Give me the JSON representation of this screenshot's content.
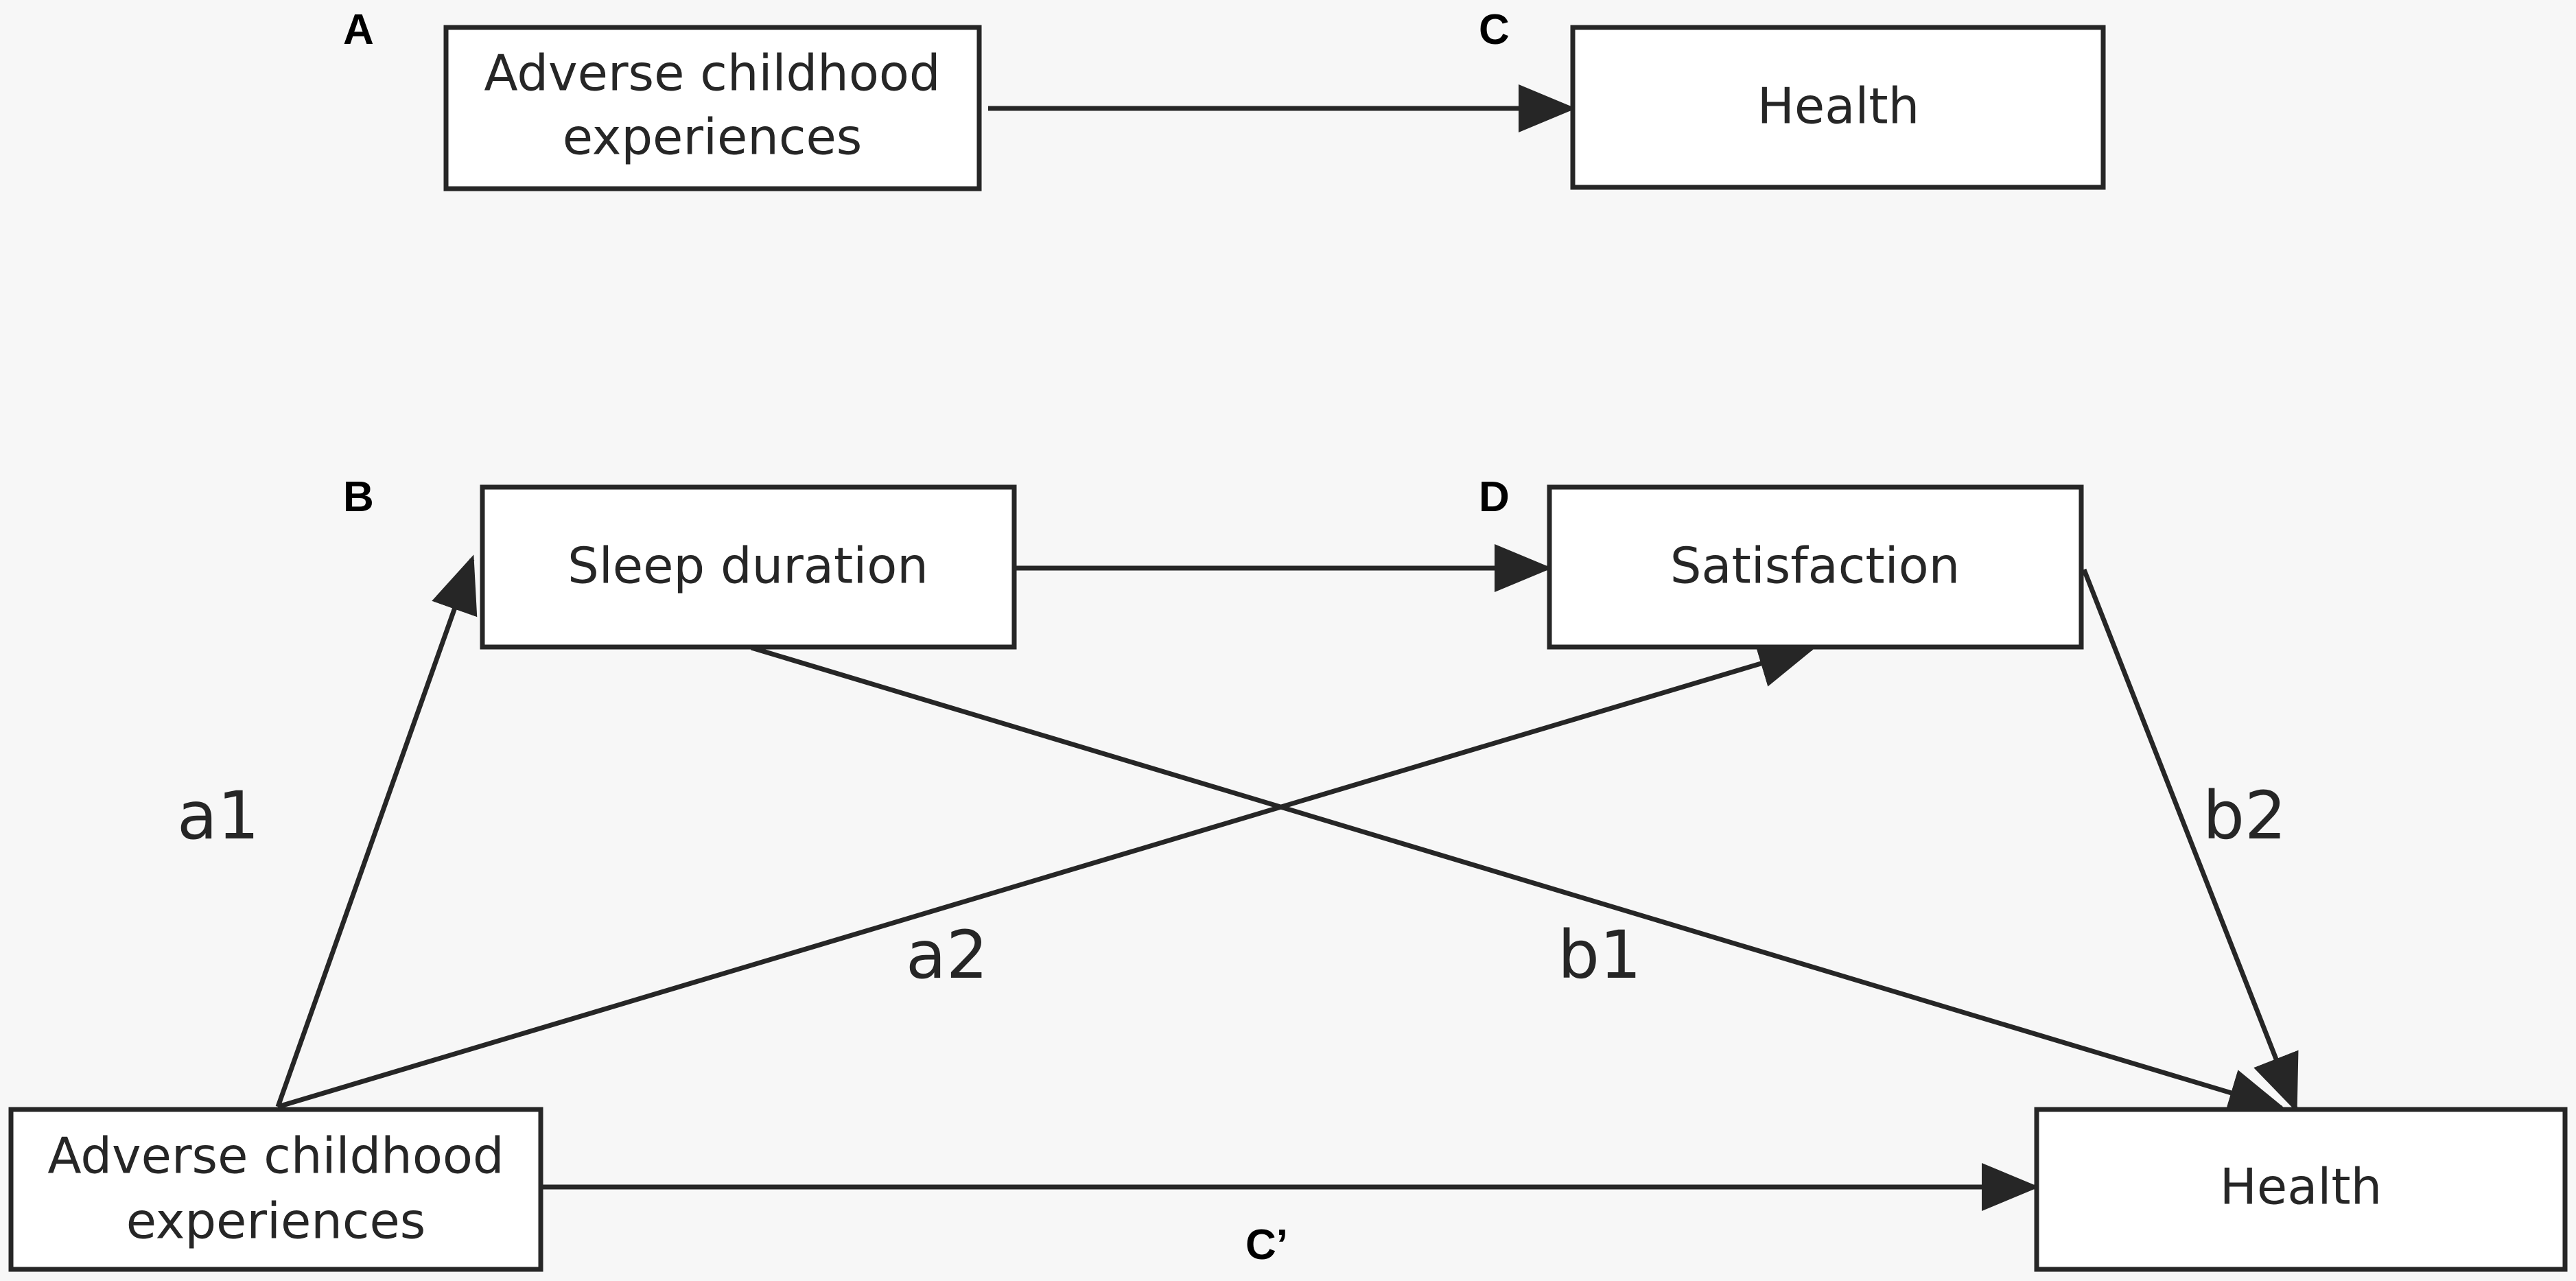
{
  "panel_labels": {
    "a": "A",
    "b": "B",
    "c": "C",
    "d": "D"
  },
  "nodes": {
    "ace_top": [
      "Adverse childhood",
      "experiences"
    ],
    "health_top": [
      "Health"
    ],
    "sleep": [
      "Sleep duration"
    ],
    "satisfaction": [
      "Satisfaction"
    ],
    "ace_bottom": [
      "Adverse childhood",
      "experiences"
    ],
    "health_bottom": [
      "Health"
    ]
  },
  "path_labels": {
    "a1": "a1",
    "a2": "a2",
    "b1": "b1",
    "b2": "b2",
    "c_prime": "C’"
  },
  "colors": {
    "line": "#262626",
    "box_fill": "#ffffff",
    "background": "#f7f7f7"
  }
}
